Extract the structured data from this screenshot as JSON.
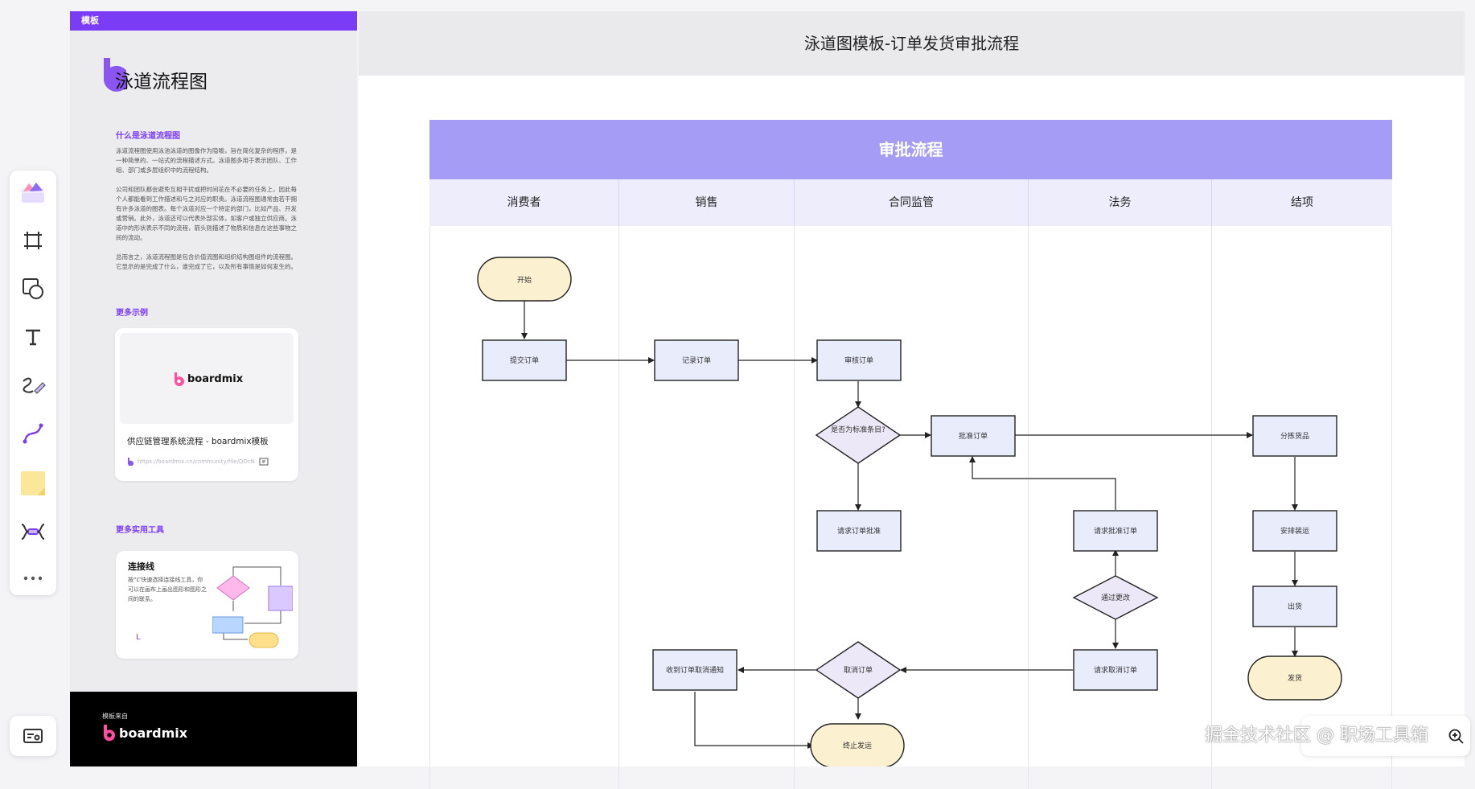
{
  "panel": {
    "tag": "模板",
    "logo_title": "泳道流程图",
    "section1_heading": "什么是泳道流程图",
    "section1_para1": "泳道流程图使用泳池泳道的图像作为隐喻，旨在简化复杂的程序，是一种简单的、一站式的流程描述方式。泳道图多用于表示团队、工作组、部门或多层组织中的流程结构。",
    "section1_para2": "公司和团队都会避免互相干扰或把时间花在不必要的任务上，因此每个人都能看到工作描述和与之对应的职责。泳道流程图通常由若干拥有许多泳道的图表。每个泳道对应一个特定的部门，比如产品、开发或营销。此外，泳道还可以代表外部实体，如客户或独立供应商。泳道中的形状表示不同的流程，箭头则描述了物质和信息在这些事物之间的流动。",
    "section1_para3": "总而言之，泳道流程图是包含价值流图和组织结构图组件的流程图。它显示的是完成了什么，谁完成了它，以及所有事情是如何发生的。",
    "section2_heading": "更多示例",
    "example_brand": "boardmix",
    "example_title": "供应链管理系统流程 - boardmix模板",
    "example_url": "https://boardmix.cn/community/file/QDcN",
    "section3_heading": "更多实用工具",
    "tool_title": "连接线",
    "tool_desc": "按“L”快速选择连接线工具，你可以在画布上画出图形和图形之间的联系。",
    "tool_shortcut": "L",
    "footer_source": "模板来自",
    "footer_brand": "boardmix"
  },
  "toolbar": {
    "items": [
      "template-icon",
      "frame-icon",
      "shape-icon",
      "text-icon",
      "pen-icon",
      "connector-icon",
      "sticky-note-icon",
      "mindmap-icon",
      "more-icon"
    ],
    "map_button": "minimap-icon"
  },
  "canvas": {
    "title": "泳道图模板-订单发货审批流程",
    "pool_title": "审批流程",
    "lanes": [
      "消费者",
      "销售",
      "合同监管",
      "法务",
      "结项"
    ],
    "nodes": {
      "start": "开始",
      "submit_order": "提交订单",
      "record_order": "记录订单",
      "review_order": "审核订单",
      "is_standard": "是否为标准条目?",
      "approve_order": "批准订单",
      "request_approval": "请求订单批准",
      "request_approve_order": "请求批准订单",
      "approve_change": "通过更改",
      "request_cancel_order": "请求取消订单",
      "cancel_order": "取消订单",
      "receive_cancel_notice": "收到订单取消通知",
      "terminate": "终止发运",
      "sort_goods": "分拣货品",
      "arrange_ship": "安排装运",
      "out_stock": "出货",
      "ship": "发货"
    }
  },
  "watermark": "掘金技术社区 @ 职场工具箱",
  "colors": {
    "accent": "#7b3cf5",
    "pool_header": "#a59cf5",
    "lane_header": "#eeedfc",
    "process_fill": "#e8ecfb",
    "decision_fill": "#ece8f8",
    "terminal_fill": "#fbf0cf"
  }
}
